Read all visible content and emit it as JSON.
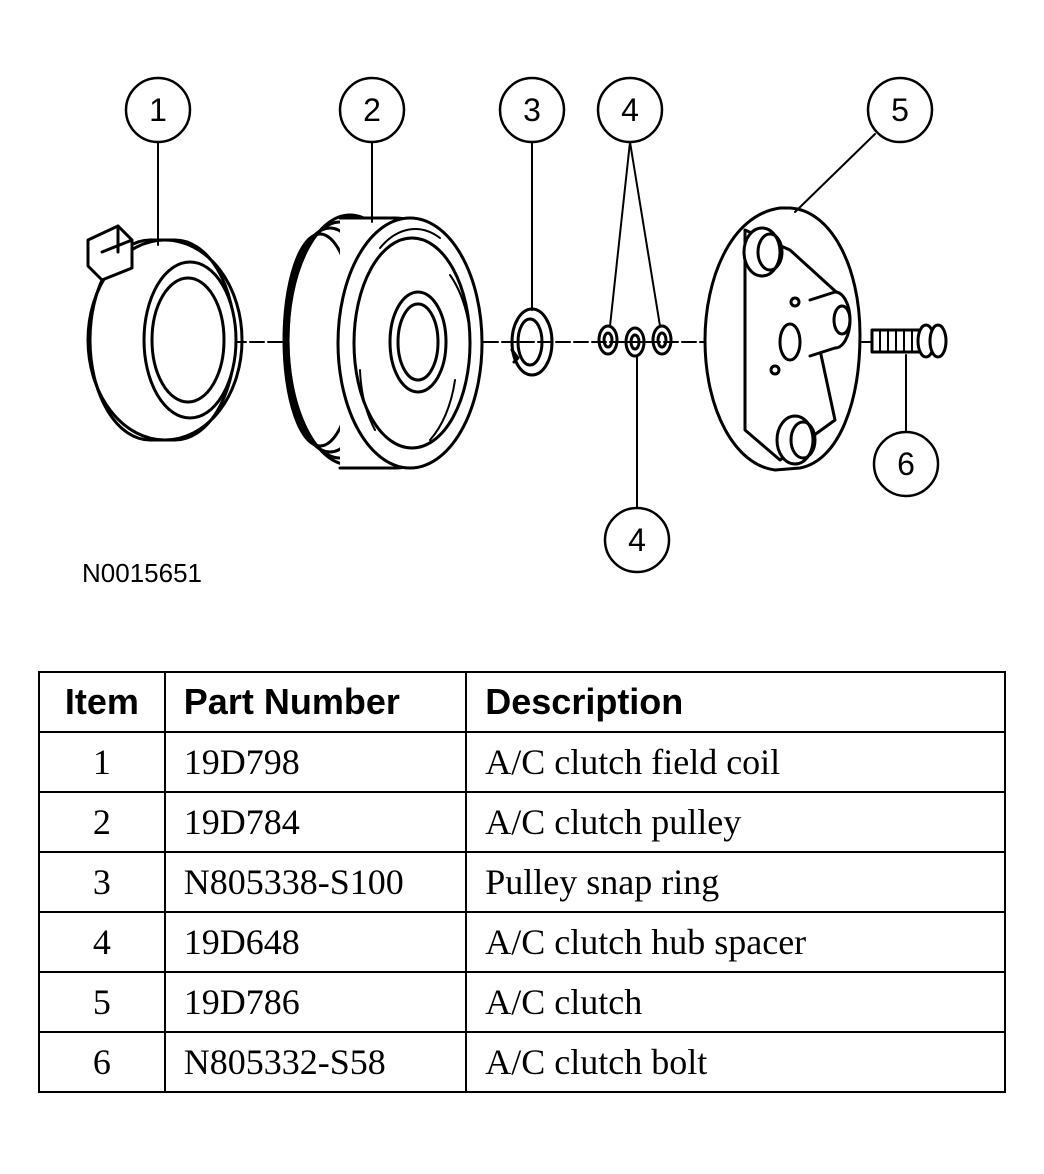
{
  "diagram": {
    "reference_code": "N0015651",
    "callouts": [
      "1",
      "2",
      "3",
      "4",
      "4",
      "5",
      "6"
    ]
  },
  "parts_table": {
    "headers": {
      "item": "Item",
      "part_number": "Part Number",
      "description": "Description"
    },
    "rows": [
      {
        "item": "1",
        "part_number": "19D798",
        "description": "A/C clutch field coil"
      },
      {
        "item": "2",
        "part_number": "19D784",
        "description": "A/C clutch pulley"
      },
      {
        "item": "3",
        "part_number": "N805338-S100",
        "description": "Pulley snap ring"
      },
      {
        "item": "4",
        "part_number": "19D648",
        "description": "A/C clutch hub spacer"
      },
      {
        "item": "5",
        "part_number": "19D786",
        "description": "A/C clutch"
      },
      {
        "item": "6",
        "part_number": "N805332-S58",
        "description": "A/C clutch bolt"
      }
    ]
  }
}
